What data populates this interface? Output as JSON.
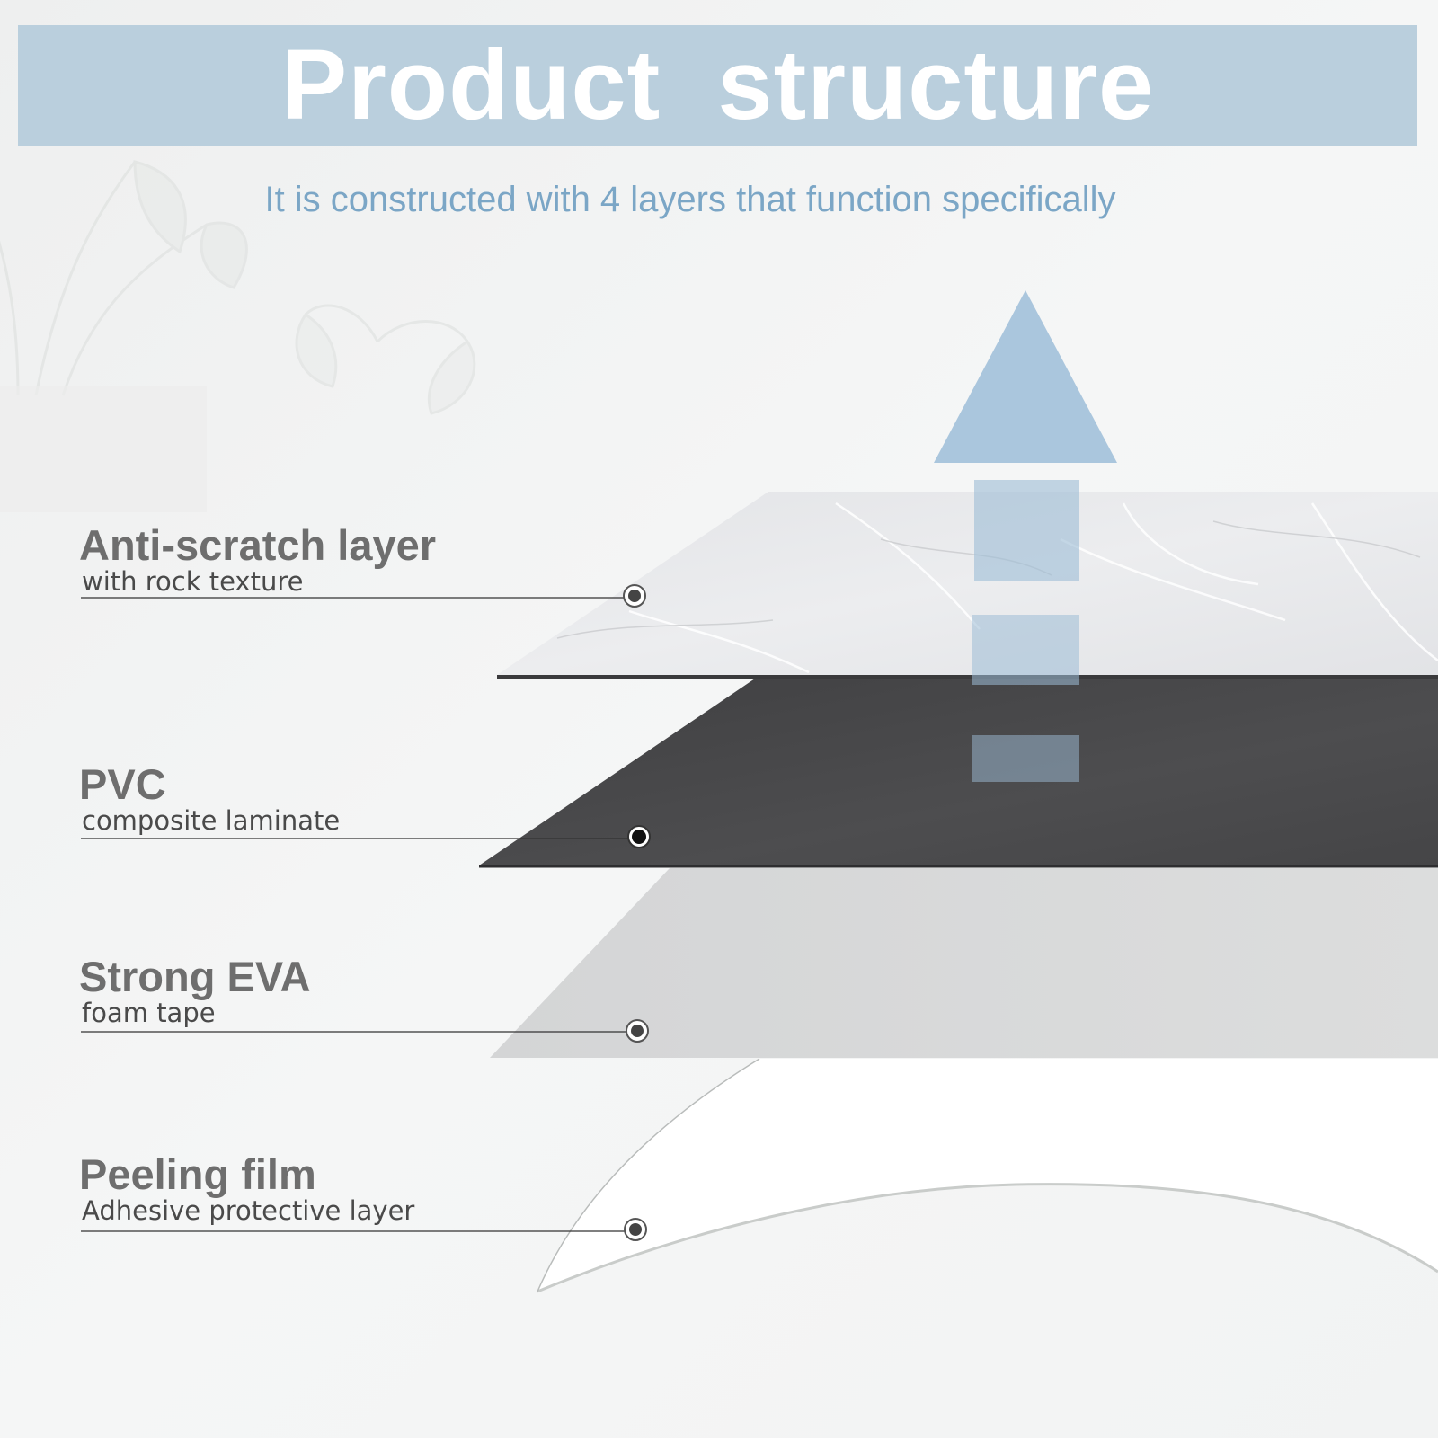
{
  "header": {
    "title": "Product  structure",
    "subtitle": "It is constructed with 4 layers that function specifically"
  },
  "layers": [
    {
      "title": "Anti-scratch layer",
      "subtitle": "with rock texture"
    },
    {
      "title": "PVC",
      "subtitle": "composite laminate"
    },
    {
      "title": "Strong EVA",
      "subtitle": "foam tape"
    },
    {
      "title": "Peeling film",
      "subtitle": "Adhesive protective layer"
    }
  ],
  "icons": [
    "up-arrow-icon"
  ],
  "colors": {
    "banner": "#bacfdd",
    "banner_text": "#ffffff",
    "subtitle": "#7ba6c6",
    "label_title": "#6e6e6e",
    "label_sub": "#4a4a4a",
    "marble_layer": "#e7e8ea",
    "pvc_layer": "#4a4a4c",
    "eva_layer": "#d8d9da",
    "film_layer": "#ffffff",
    "arrow": "#aac6dd"
  }
}
